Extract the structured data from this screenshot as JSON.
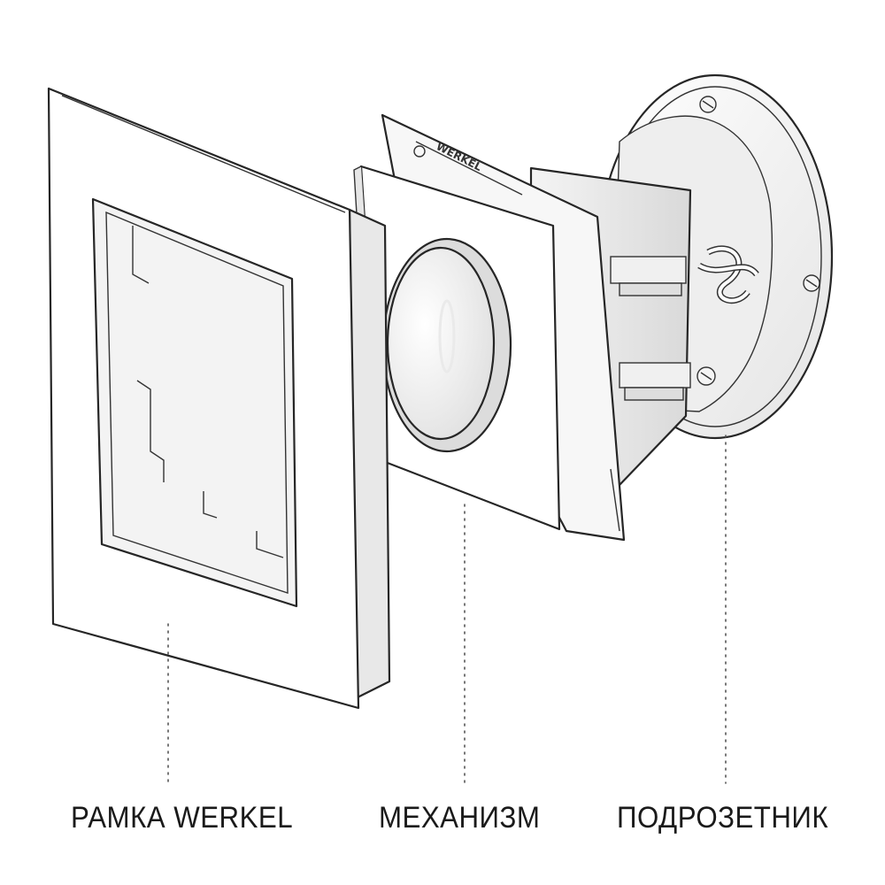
{
  "labels": {
    "frame": "РАМКА WERKEL",
    "mechanism": "МЕХАНИЗМ",
    "box": "ПОДРОЗЕТНИК"
  },
  "brand_mark": "WERKEL",
  "colors": {
    "line": "#262626",
    "face": "#ffffff",
    "shade": "#e6e6e6",
    "shade_dark": "#c8c8c8",
    "leader": "#555555"
  }
}
